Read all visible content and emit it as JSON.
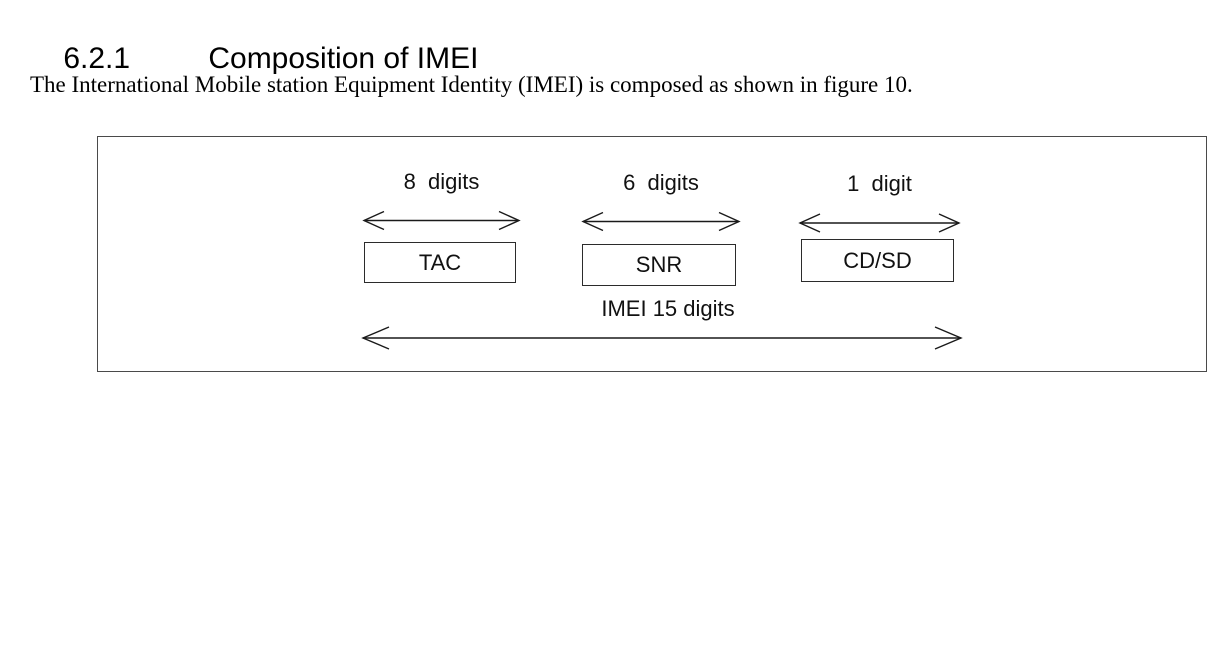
{
  "heading": {
    "number": "6.2.1",
    "title": "Composition of IMEI"
  },
  "paragraph": "The International Mobile station Equipment Identity (IMEI) is composed as shown in figure 10.",
  "figure": {
    "segments": [
      {
        "width_label": "8  digits",
        "box_label": "TAC"
      },
      {
        "width_label": "6  digits",
        "box_label": "SNR"
      },
      {
        "width_label": "1  digit",
        "box_label": "CD/SD"
      }
    ],
    "total_label": "IMEI 15 digits"
  },
  "colors": {
    "background": "#ffffff",
    "ink": "#1a1a1a"
  }
}
